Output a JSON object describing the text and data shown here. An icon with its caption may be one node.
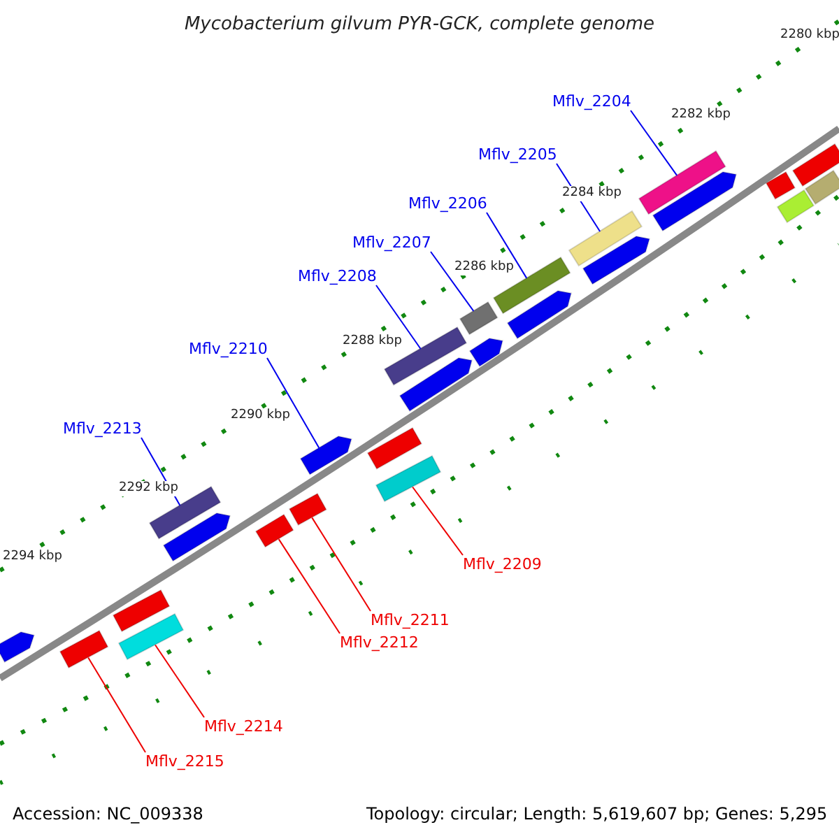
{
  "diagram": {
    "title": "Mycobacterium gilvum PYR-GCK, complete genome",
    "nodes": [
      {
        "text": [
          "Mflv_2204"
        ]
      },
      {
        "text": [
          "Mflv_2205"
        ]
      },
      {
        "text": [
          "Mflv_2206"
        ]
      },
      {
        "text": [
          "Mflv_2207"
        ]
      },
      {
        "text": [
          "Mflv_2208"
        ]
      },
      {
        "text": [
          "Mflv_2210"
        ]
      },
      {
        "text": [
          "Mflv_2213"
        ]
      },
      {
        "text": [
          "Mflv_2209"
        ]
      },
      {
        "text": [
          "Mflv_2211"
        ]
      },
      {
        "text": [
          "Mflv_2212"
        ]
      },
      {
        "text": [
          "Mflv_2214"
        ]
      },
      {
        "text": [
          "Mflv_2215"
        ]
      },
      {
        "text": [],
        "shape": "bar"
      },
      {
        "text": [],
        "shape": "bar"
      },
      {
        "text": [],
        "shape": "bar"
      },
      {
        "text": [],
        "shape": "bar"
      },
      {
        "text": [],
        "shape": "bar"
      },
      {
        "text": [],
        "shape": "arrow"
      },
      {
        "text": [],
        "shape": "bar"
      },
      {
        "text": [],
        "shape": "bar"
      },
      {
        "text": [],
        "shape": "bar"
      },
      {
        "text": [],
        "shape": "bar"
      },
      {
        "text": [],
        "shape": "bar"
      },
      {
        "text": [],
        "shape": "bar"
      },
      {
        "text": [],
        "shape": "arrow"
      },
      {
        "text": [],
        "shape": "arrow"
      },
      {
        "text": [],
        "shape": "arrow"
      },
      {
        "text": [],
        "shape": "arrow"
      },
      {
        "text": [],
        "shape": "arrow"
      },
      {
        "text": [],
        "shape": "arrow"
      },
      {
        "text": [],
        "shape": "arrow"
      },
      {
        "text": [],
        "shape": "bar"
      },
      {
        "text": [],
        "shape": "bar"
      },
      {
        "text": [],
        "shape": "bar"
      },
      {
        "text": [],
        "shape": "bar"
      },
      {
        "text": [],
        "shape": "bar"
      },
      {
        "text": [],
        "shape": "bar"
      }
    ],
    "edges": [
      {
        "from": 0,
        "to": 12,
        "arrow": "none"
      },
      {
        "from": 1,
        "to": 13,
        "arrow": "none"
      },
      {
        "from": 2,
        "to": 14,
        "arrow": "none"
      },
      {
        "from": 3,
        "to": 15,
        "arrow": "none"
      },
      {
        "from": 4,
        "to": 16,
        "arrow": "none"
      },
      {
        "from": 5,
        "to": 17,
        "arrow": "none"
      },
      {
        "from": 6,
        "to": 18,
        "arrow": "none"
      },
      {
        "from": 7,
        "to": 19,
        "arrow": "none",
        "color": "#ee0000"
      },
      {
        "from": 8,
        "to": 20,
        "arrow": "none",
        "color": "#ee0000"
      },
      {
        "from": 9,
        "to": 21,
        "arrow": "none",
        "color": "#ee0000"
      },
      {
        "from": 10,
        "to": 22,
        "arrow": "none",
        "color": "#ee0000"
      },
      {
        "from": 11,
        "to": 23,
        "arrow": "none",
        "color": "#ee0000"
      }
    ],
    "labels": [
      "2280 kbp",
      "2282 kbp",
      "2284 kbp",
      "2286 kbp",
      "2288 kbp",
      "2290 kbp",
      "2292 kbp",
      "2294 kbp",
      "Accession: NC_009338",
      "Topology: circular; Length: 5,619,607 bp; Genes: 5,295"
    ]
  }
}
